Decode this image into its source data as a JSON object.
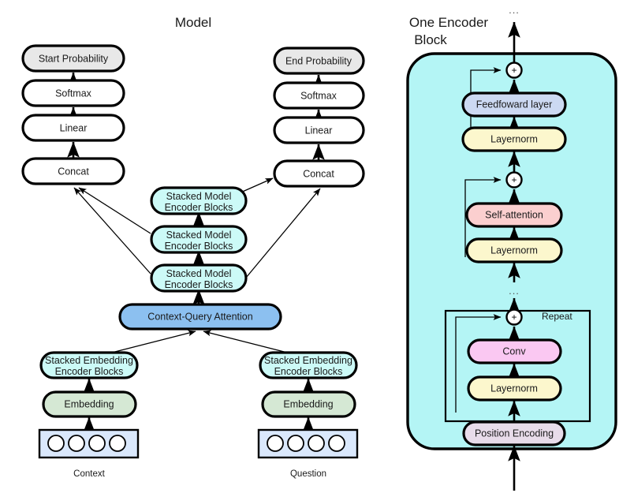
{
  "titles": {
    "model": "Model",
    "encoder_block": "One Encoder Block",
    "encoder_block_line1": "One Encoder",
    "encoder_block_line2": "Block"
  },
  "colors": {
    "gray_fill": "#e8e8e8",
    "white_fill": "#ffffff",
    "cyan_fill": "#ccfaf7",
    "blue_fill": "#8cc0f0",
    "green_fill": "#d5e8d4",
    "token_box_fill": "#dae8fc",
    "panel_fill": "#b4f5f5",
    "feedforward_fill": "#ccd9f2",
    "layernorm_fill": "#fcf7cd",
    "selfattention_fill": "#fbcfcf",
    "conv_fill": "#fac8f2",
    "position_encoding_fill": "#e8dcea",
    "stroke": "#000000"
  },
  "left_column": {
    "nodes": [
      {
        "id": "start-probability",
        "label": "Start Probability"
      },
      {
        "id": "softmax-left",
        "label": "Softmax"
      },
      {
        "id": "linear-left",
        "label": "Linear"
      },
      {
        "id": "concat-left",
        "label": "Concat"
      }
    ]
  },
  "right_column": {
    "nodes": [
      {
        "id": "end-probability",
        "label": "End Probability"
      },
      {
        "id": "softmax-right",
        "label": "Softmax"
      },
      {
        "id": "linear-right",
        "label": "Linear"
      },
      {
        "id": "concat-right",
        "label": "Concat"
      }
    ]
  },
  "stacked_model_encoders": [
    {
      "id": "stacked-model-encoder-top",
      "line1": "Stacked Model",
      "line2": "Encoder Blocks"
    },
    {
      "id": "stacked-model-encoder-mid",
      "line1": "Stacked Model",
      "line2": "Encoder Blocks"
    },
    {
      "id": "stacked-model-encoder-bottom",
      "line1": "Stacked Model",
      "line2": "Encoder Blocks"
    }
  ],
  "attention": {
    "id": "context-query-attention",
    "label": "Context-Query Attention"
  },
  "context_branch": {
    "stacked_embedding_line1": "Stacked Embedding",
    "stacked_embedding_line2": "Encoder Blocks",
    "embedding": "Embedding",
    "caption": "Context",
    "token_count": 4
  },
  "question_branch": {
    "stacked_embedding_line1": "Stacked Embedding",
    "stacked_embedding_line2": "Encoder Blocks",
    "embedding": "Embedding",
    "caption": "Question",
    "token_count": 4
  },
  "encoder_panel": {
    "top_ellipsis": "...",
    "mid_ellipsis": "...",
    "repeat_label": "Repeat",
    "plus_symbol": "+",
    "nodes": [
      {
        "id": "feedfoward-layer",
        "label": "Feedfoward layer"
      },
      {
        "id": "layernorm-upper",
        "label": "Layernorm"
      },
      {
        "id": "self-attention",
        "label": "Self-attention"
      },
      {
        "id": "layernorm-middle",
        "label": "Layernorm"
      },
      {
        "id": "conv",
        "label": "Conv"
      },
      {
        "id": "layernorm-lower",
        "label": "Layernorm"
      },
      {
        "id": "position-encoding",
        "label": "Position Encoding"
      }
    ]
  }
}
